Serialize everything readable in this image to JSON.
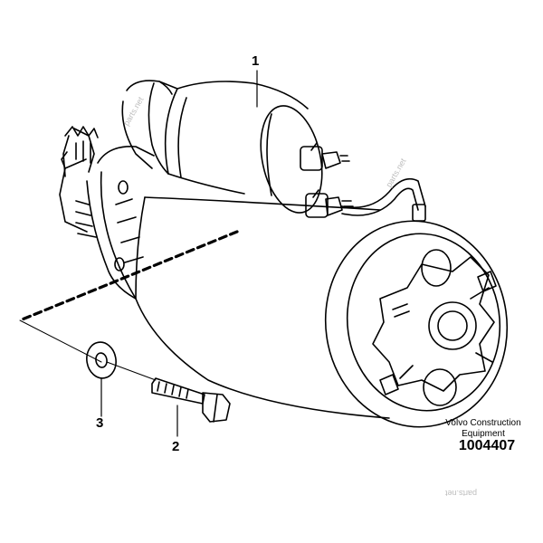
{
  "callouts": [
    {
      "id": "1",
      "text": "1"
    },
    {
      "id": "2",
      "text": "2"
    },
    {
      "id": "3",
      "text": "3"
    }
  ],
  "manufacturer": {
    "line1": "Volvo Construction",
    "line2": "Equipment"
  },
  "figure_number": "1004407",
  "watermark": {
    "text1": "parts.net",
    "text2": "parts.net",
    "text3": "parts.net"
  },
  "colors": {
    "line": "#000000",
    "background": "#ffffff",
    "watermark": "#bdbdbd"
  }
}
